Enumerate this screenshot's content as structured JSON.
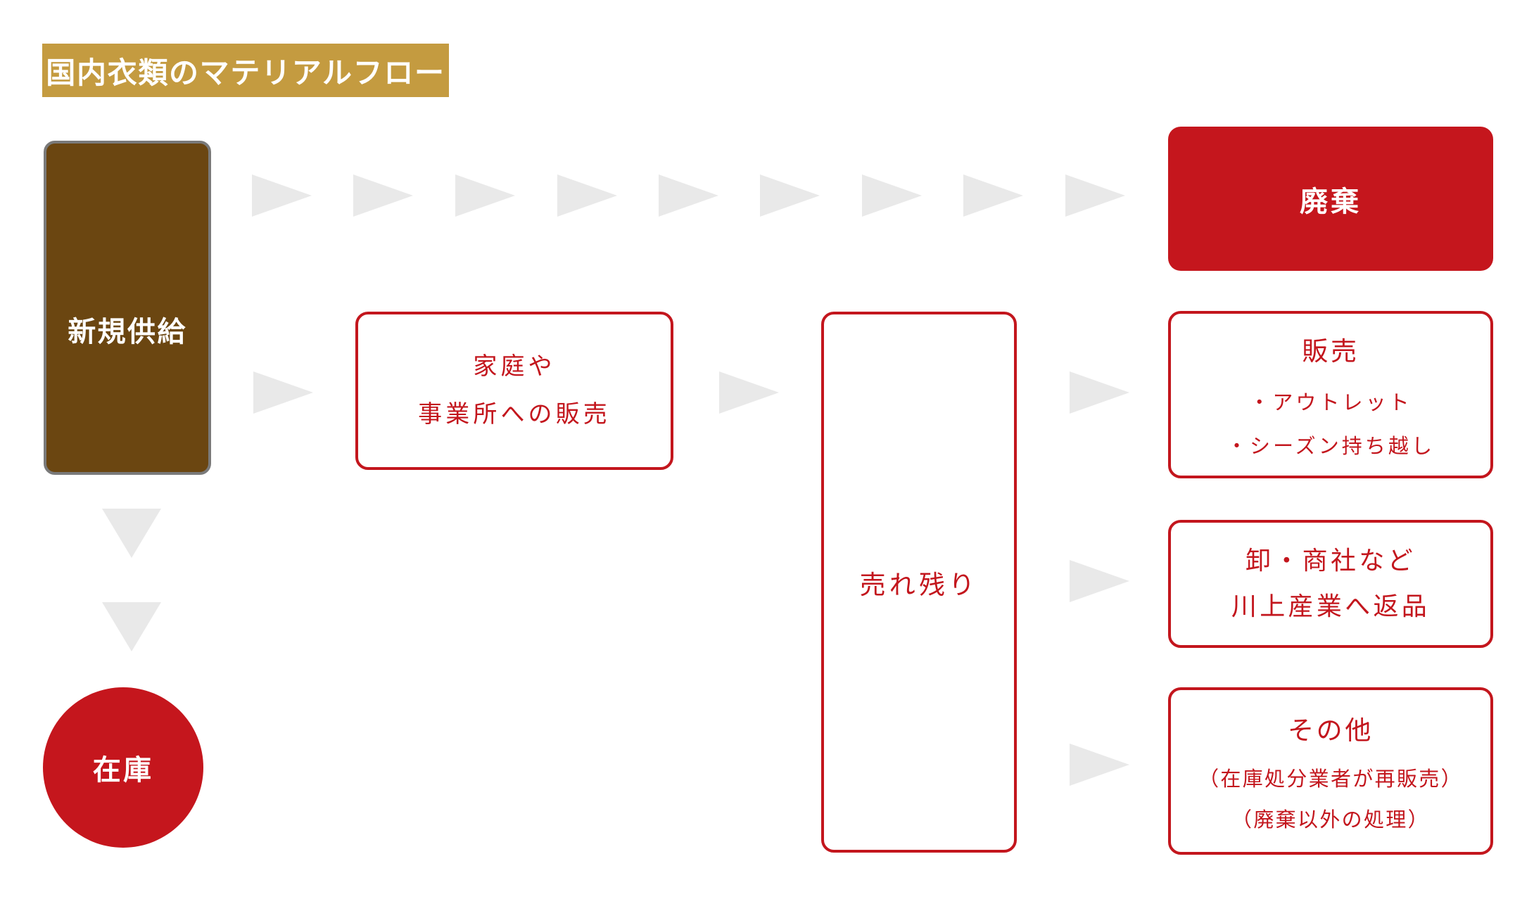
{
  "title": {
    "label": "国内衣類のマテリアルフロー"
  },
  "palette": {
    "banner_gold": "#C49B40",
    "supply_brown": "#6B4611",
    "supply_border_gray": "#7A7A7A",
    "accent_red": "#C5161D",
    "outline_red": "#C3161D",
    "arrow_gray": "#E9E9E9",
    "background": "#FFFFFF"
  },
  "nodes": {
    "supply": {
      "label": "新規供給"
    },
    "disposal": {
      "label": "廃棄"
    },
    "household": {
      "line1": "家庭や",
      "line2": "事業所への販売"
    },
    "unsold": {
      "label": "売れ残り"
    },
    "sales": {
      "title": "販売",
      "bullet1": "・アウトレット",
      "bullet2": "・シーズン持ち越し"
    },
    "returns": {
      "line1": "卸・商社など",
      "line2": "川上産業へ返品"
    },
    "other": {
      "title": "その他",
      "note1": "（在庫処分業者が再販売）",
      "note2": "（廃棄以外の処理）"
    },
    "inventory": {
      "label": "在庫"
    }
  }
}
